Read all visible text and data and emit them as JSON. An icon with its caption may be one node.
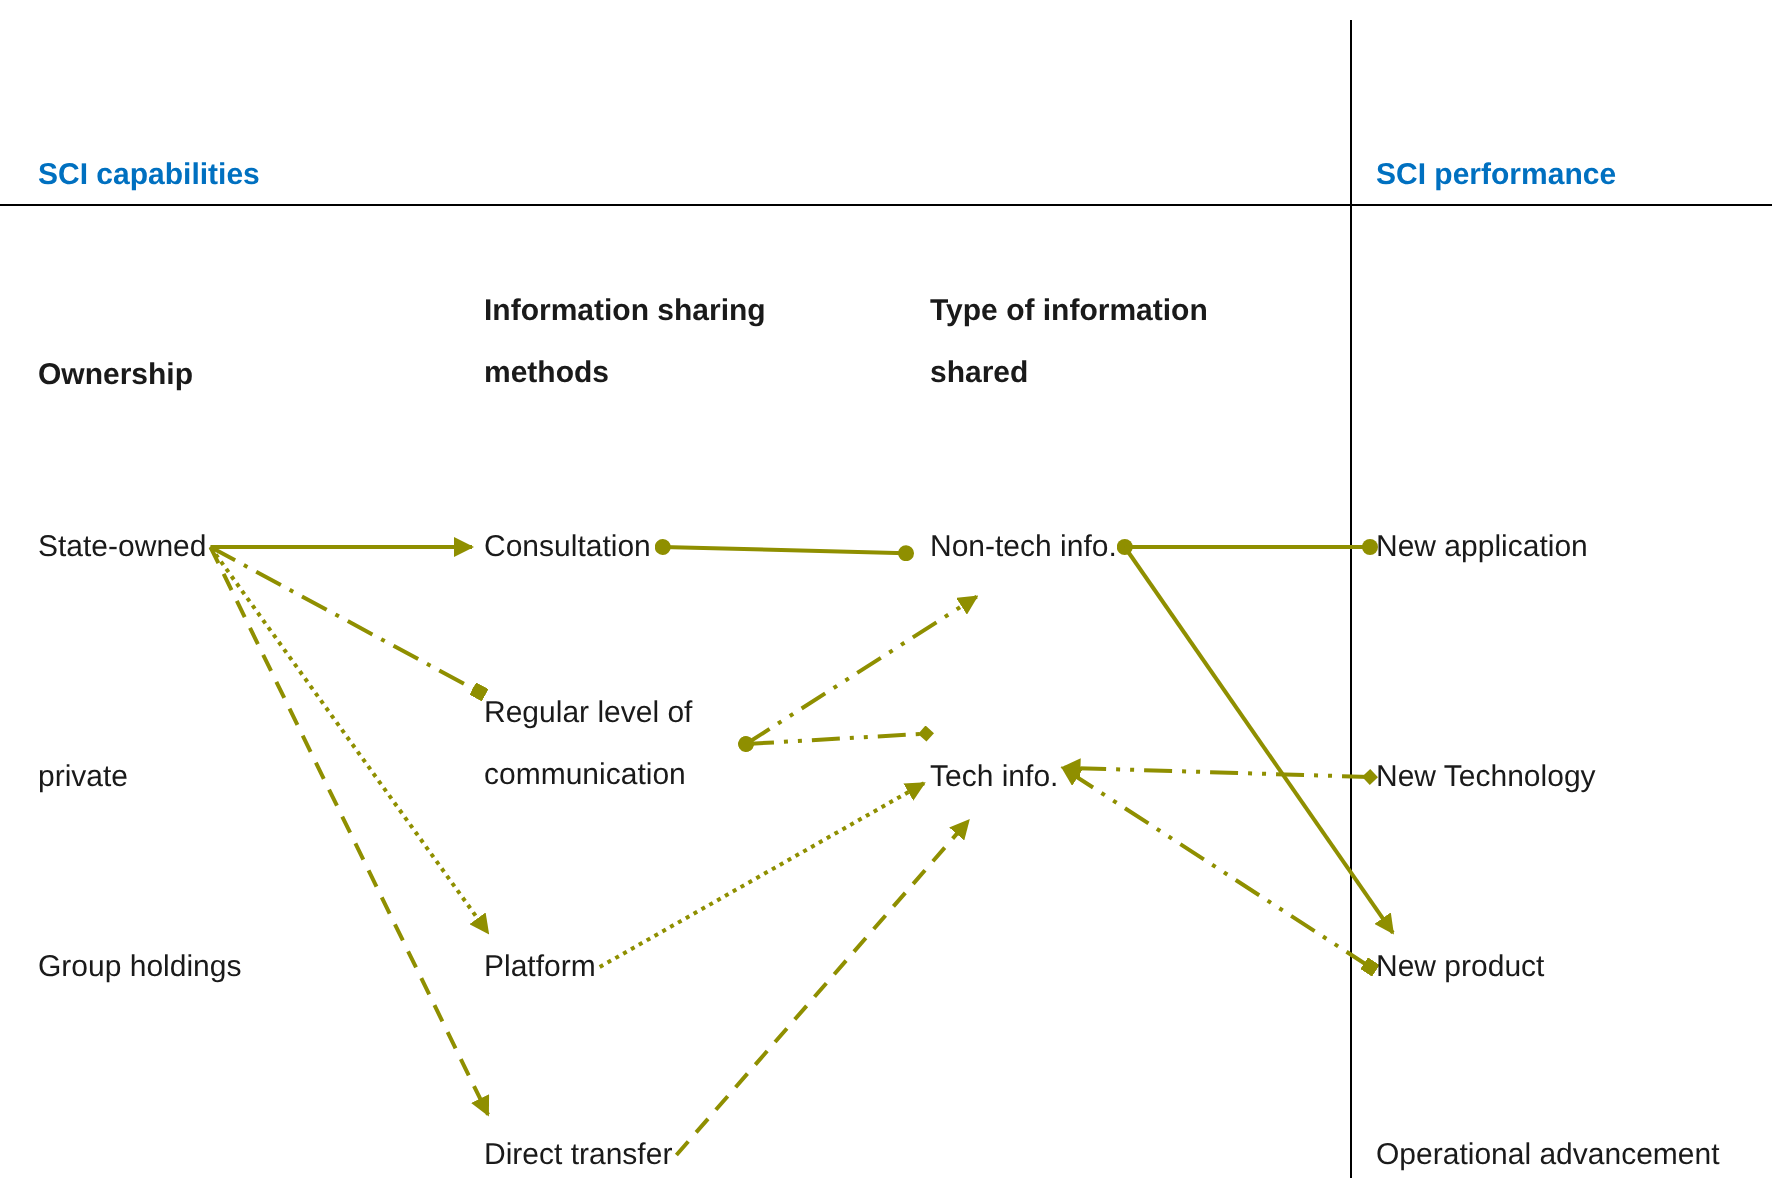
{
  "diagram": {
    "nodes": [
      {
        "text": [
          "State-owned"
        ]
      },
      {
        "text": [
          "private"
        ]
      },
      {
        "text": [
          "Group holdings"
        ]
      },
      {
        "text": [
          "Consultation"
        ]
      },
      {
        "text": [
          "Regular level of communication"
        ]
      },
      {
        "text": [
          "Platform"
        ]
      },
      {
        "text": [
          "Direct transfer"
        ]
      },
      {
        "text": [
          "Non-tech info."
        ]
      },
      {
        "text": [
          "Tech info."
        ]
      },
      {
        "text": [
          "New application"
        ]
      },
      {
        "text": [
          "New Technology"
        ]
      },
      {
        "text": [
          "New product"
        ]
      },
      {
        "text": [
          "Operational advancement"
        ]
      }
    ],
    "edges": [
      {
        "from": 0,
        "to": 3,
        "arrow": "to"
      },
      {
        "from": 0,
        "to": 4,
        "arrow": "other",
        "style": "dashed"
      },
      {
        "from": 0,
        "to": 5,
        "arrow": "to",
        "style": "dashed"
      },
      {
        "from": 0,
        "to": 6,
        "arrow": "to",
        "style": "dashed"
      },
      {
        "from": 3,
        "to": 7,
        "arrow": "other"
      },
      {
        "from": 4,
        "to": 7,
        "arrow": "to",
        "style": "dashed"
      },
      {
        "from": 4,
        "to": 8,
        "arrow": "other",
        "style": "dashed"
      },
      {
        "from": 5,
        "to": 8,
        "arrow": "to",
        "style": "dashed"
      },
      {
        "from": 6,
        "to": 8,
        "arrow": "to",
        "style": "dashed"
      },
      {
        "from": 7,
        "to": 9,
        "arrow": "other"
      },
      {
        "from": 7,
        "to": 11,
        "arrow": "to"
      },
      {
        "from": 10,
        "to": 8,
        "arrow": "to",
        "style": "dashed"
      },
      {
        "from": 11,
        "to": 8,
        "arrow": "to",
        "style": "dashed"
      }
    ],
    "labels": [
      "SCI capabilities",
      "SCI performance",
      "Information sharing methods",
      "Type of information shared",
      "Ownership"
    ]
  }
}
